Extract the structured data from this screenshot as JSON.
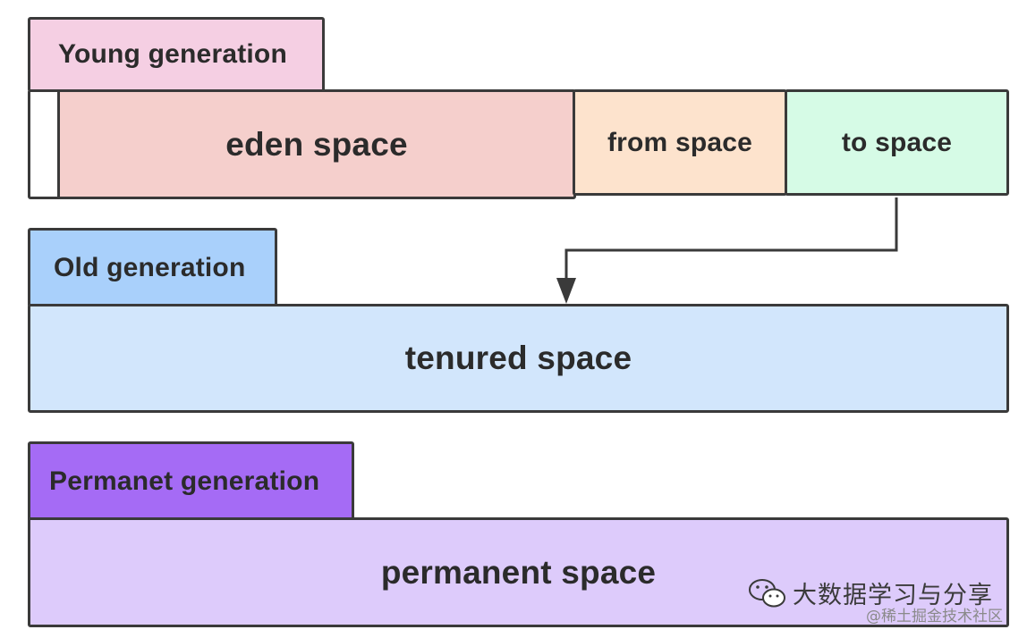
{
  "young": {
    "label": "Young generation",
    "eden": "eden space",
    "from": "from space",
    "to": "to space"
  },
  "old": {
    "label": "Old generation",
    "tenured": "tenured space"
  },
  "permanent": {
    "label": "Permanet generation",
    "space": "permanent space"
  },
  "watermark": {
    "icon": "wechat-icon",
    "title": "大数据学习与分享",
    "subtitle": "@稀土掘金技术社区"
  },
  "colors": {
    "young_tab": "#f5cfe3",
    "eden": "#f5cfcc",
    "from": "#fde3cd",
    "to": "#d6fbe6",
    "old_tab": "#a9d0fb",
    "tenured": "#d2e6fc",
    "perm_tab": "#a56bf5",
    "permanent": "#ddcbfb",
    "border": "#3a3a3a"
  }
}
